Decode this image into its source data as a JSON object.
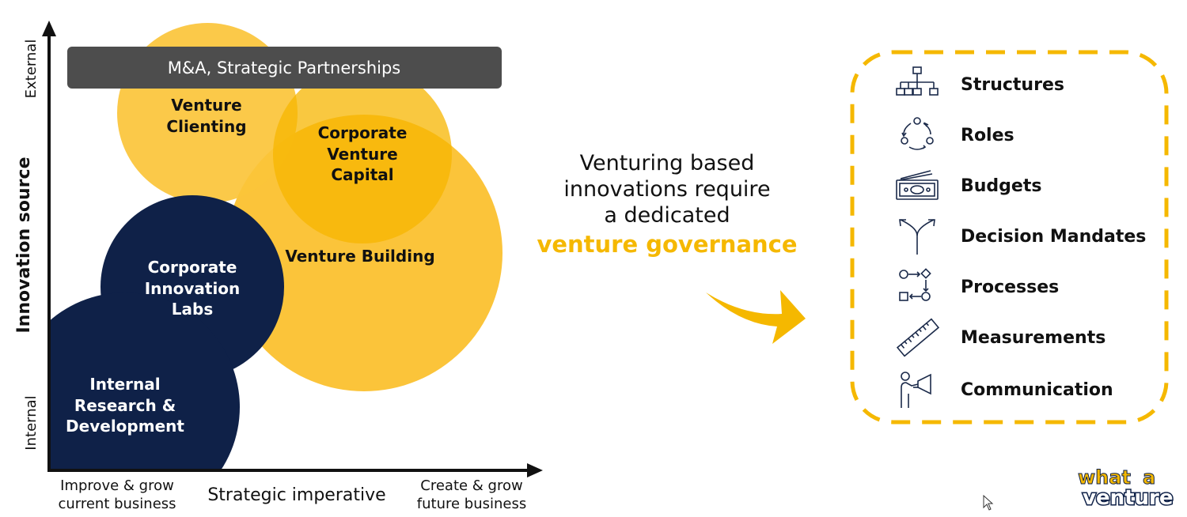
{
  "diagram": {
    "axes": {
      "y_label": "Innovation source",
      "y_top": "External",
      "y_bottom": "Internal",
      "x_label": "Strategic imperative",
      "x_left_line1": "Improve & grow",
      "x_left_line2": "current business",
      "x_right_line1": "Create & grow",
      "x_right_line2": "future business"
    },
    "banner": "M&A, Strategic Partnerships",
    "circles": {
      "venture_clienting": [
        "Venture",
        "Clienting"
      ],
      "corporate_venture_capital": [
        "Corporate",
        "Venture",
        "Capital"
      ],
      "venture_building": [
        "Venture Building"
      ],
      "corporate_innovation_labs": [
        "Corporate",
        "Innovation",
        "Labs"
      ],
      "internal_rnd": [
        "Internal",
        "Research &",
        "Development"
      ]
    },
    "colors": {
      "yellow": "#f9c22e",
      "yellow_overlap": "#f7b500",
      "navy": "#0f2148",
      "banner": "#4d4d4d",
      "axis": "#111111"
    }
  },
  "headline": {
    "line1": "Venturing based",
    "line2": "innovations require",
    "line3": "a dedicated",
    "highlight": "venture governance"
  },
  "governance": {
    "items": [
      {
        "label": "Structures",
        "icon": "org-chart-icon"
      },
      {
        "label": "Roles",
        "icon": "cycle-roles-icon"
      },
      {
        "label": "Budgets",
        "icon": "money-icon"
      },
      {
        "label": "Decision Mandates",
        "icon": "fork-arrows-icon"
      },
      {
        "label": "Processes",
        "icon": "process-flow-icon"
      },
      {
        "label": "Measurements",
        "icon": "ruler-icon"
      },
      {
        "label": "Communication",
        "icon": "megaphone-person-icon"
      }
    ],
    "border_color": "#f5b800"
  },
  "logo": {
    "line1_a": "what",
    "line1_b": "a",
    "line2": "venture"
  }
}
